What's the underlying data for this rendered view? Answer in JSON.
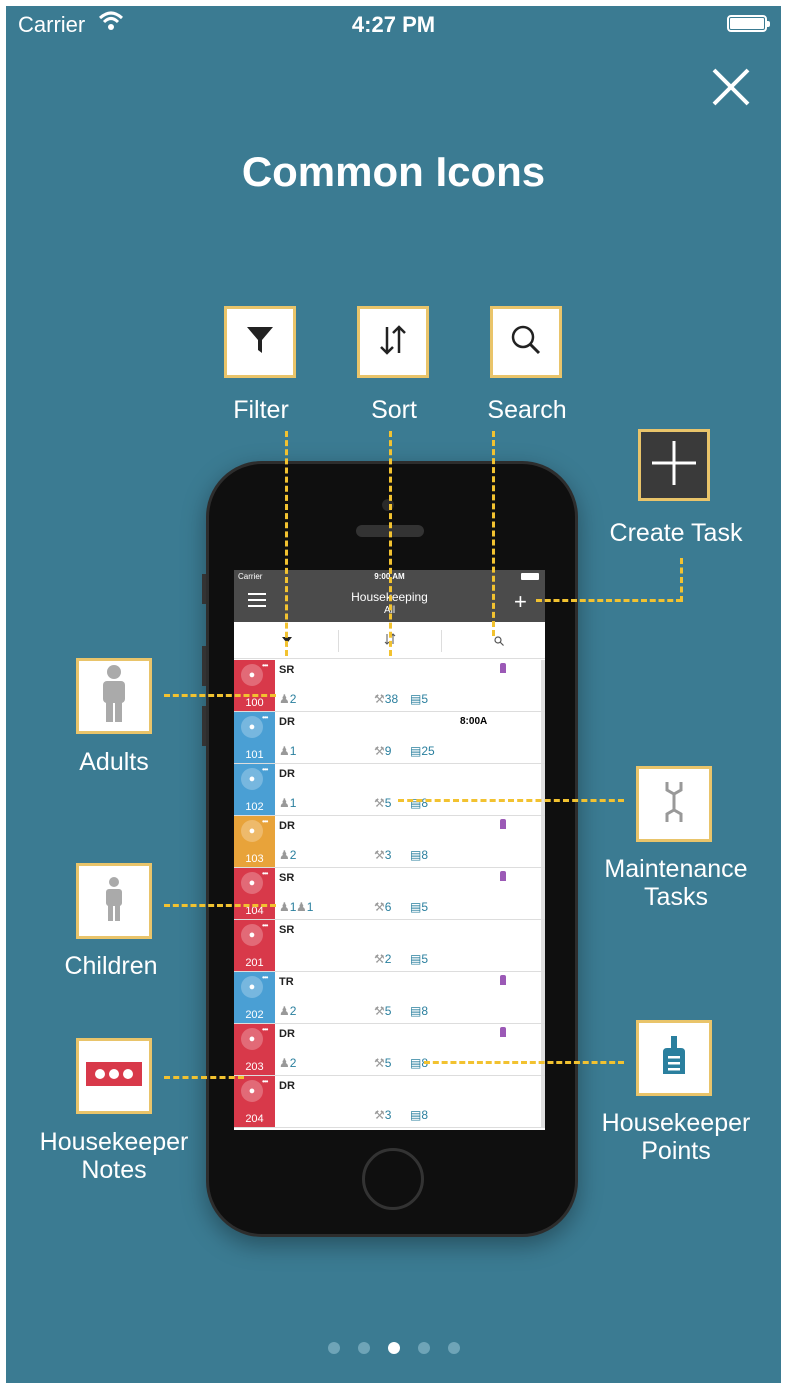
{
  "status_bar": {
    "carrier": "Carrier",
    "time": "4:27 PM"
  },
  "title": "Common Icons",
  "callouts": {
    "filter": "Filter",
    "sort": "Sort",
    "search": "Search",
    "create_task": "Create Task",
    "adults": "Adults",
    "children": "Children",
    "housekeeper_notes_1": "Housekeeper",
    "housekeeper_notes_2": "Notes",
    "maintenance_1": "Maintenance",
    "maintenance_2": "Tasks",
    "points_1": "Housekeeper",
    "points_2": "Points"
  },
  "inner_app": {
    "carrier": "Carrier",
    "time": "9:00 AM",
    "title": "Housekeeping",
    "filter_value": "All"
  },
  "rooms": [
    {
      "number": "100",
      "type": "SR",
      "color": "#d8394a",
      "adults": "2",
      "maint": "38",
      "points": "5",
      "time": ""
    },
    {
      "number": "101",
      "type": "DR",
      "color": "#4a9fd4",
      "adults": "1",
      "maint": "9",
      "points": "25",
      "time": "8:00A"
    },
    {
      "number": "102",
      "type": "DR",
      "color": "#4a9fd4",
      "adults": "1",
      "maint": "5",
      "points": "8",
      "time": ""
    },
    {
      "number": "103",
      "type": "DR",
      "color": "#e8a33a",
      "adults": "2",
      "maint": "3",
      "points": "8",
      "time": ""
    },
    {
      "number": "104",
      "type": "SR",
      "color": "#d8394a",
      "adults": "1",
      "children": "1",
      "maint": "6",
      "points": "5",
      "time": ""
    },
    {
      "number": "201",
      "type": "SR",
      "color": "#d8394a",
      "adults": "",
      "maint": "2",
      "points": "5",
      "time": ""
    },
    {
      "number": "202",
      "type": "TR",
      "color": "#4a9fd4",
      "adults": "2",
      "maint": "5",
      "points": "8",
      "time": ""
    },
    {
      "number": "203",
      "type": "DR",
      "color": "#d8394a",
      "adults": "2",
      "maint": "5",
      "points": "8",
      "time": ""
    },
    {
      "number": "204",
      "type": "DR",
      "color": "#d8394a",
      "adults": "",
      "maint": "3",
      "points": "8",
      "time": ""
    }
  ],
  "pagination": {
    "total": 5,
    "active": 3
  },
  "colors": {
    "background": "#3b7b92",
    "accent_dash": "#f2c230",
    "box_border": "#e9c46a",
    "notes_red": "#d8394a",
    "points_teal": "#2a7f9e"
  }
}
